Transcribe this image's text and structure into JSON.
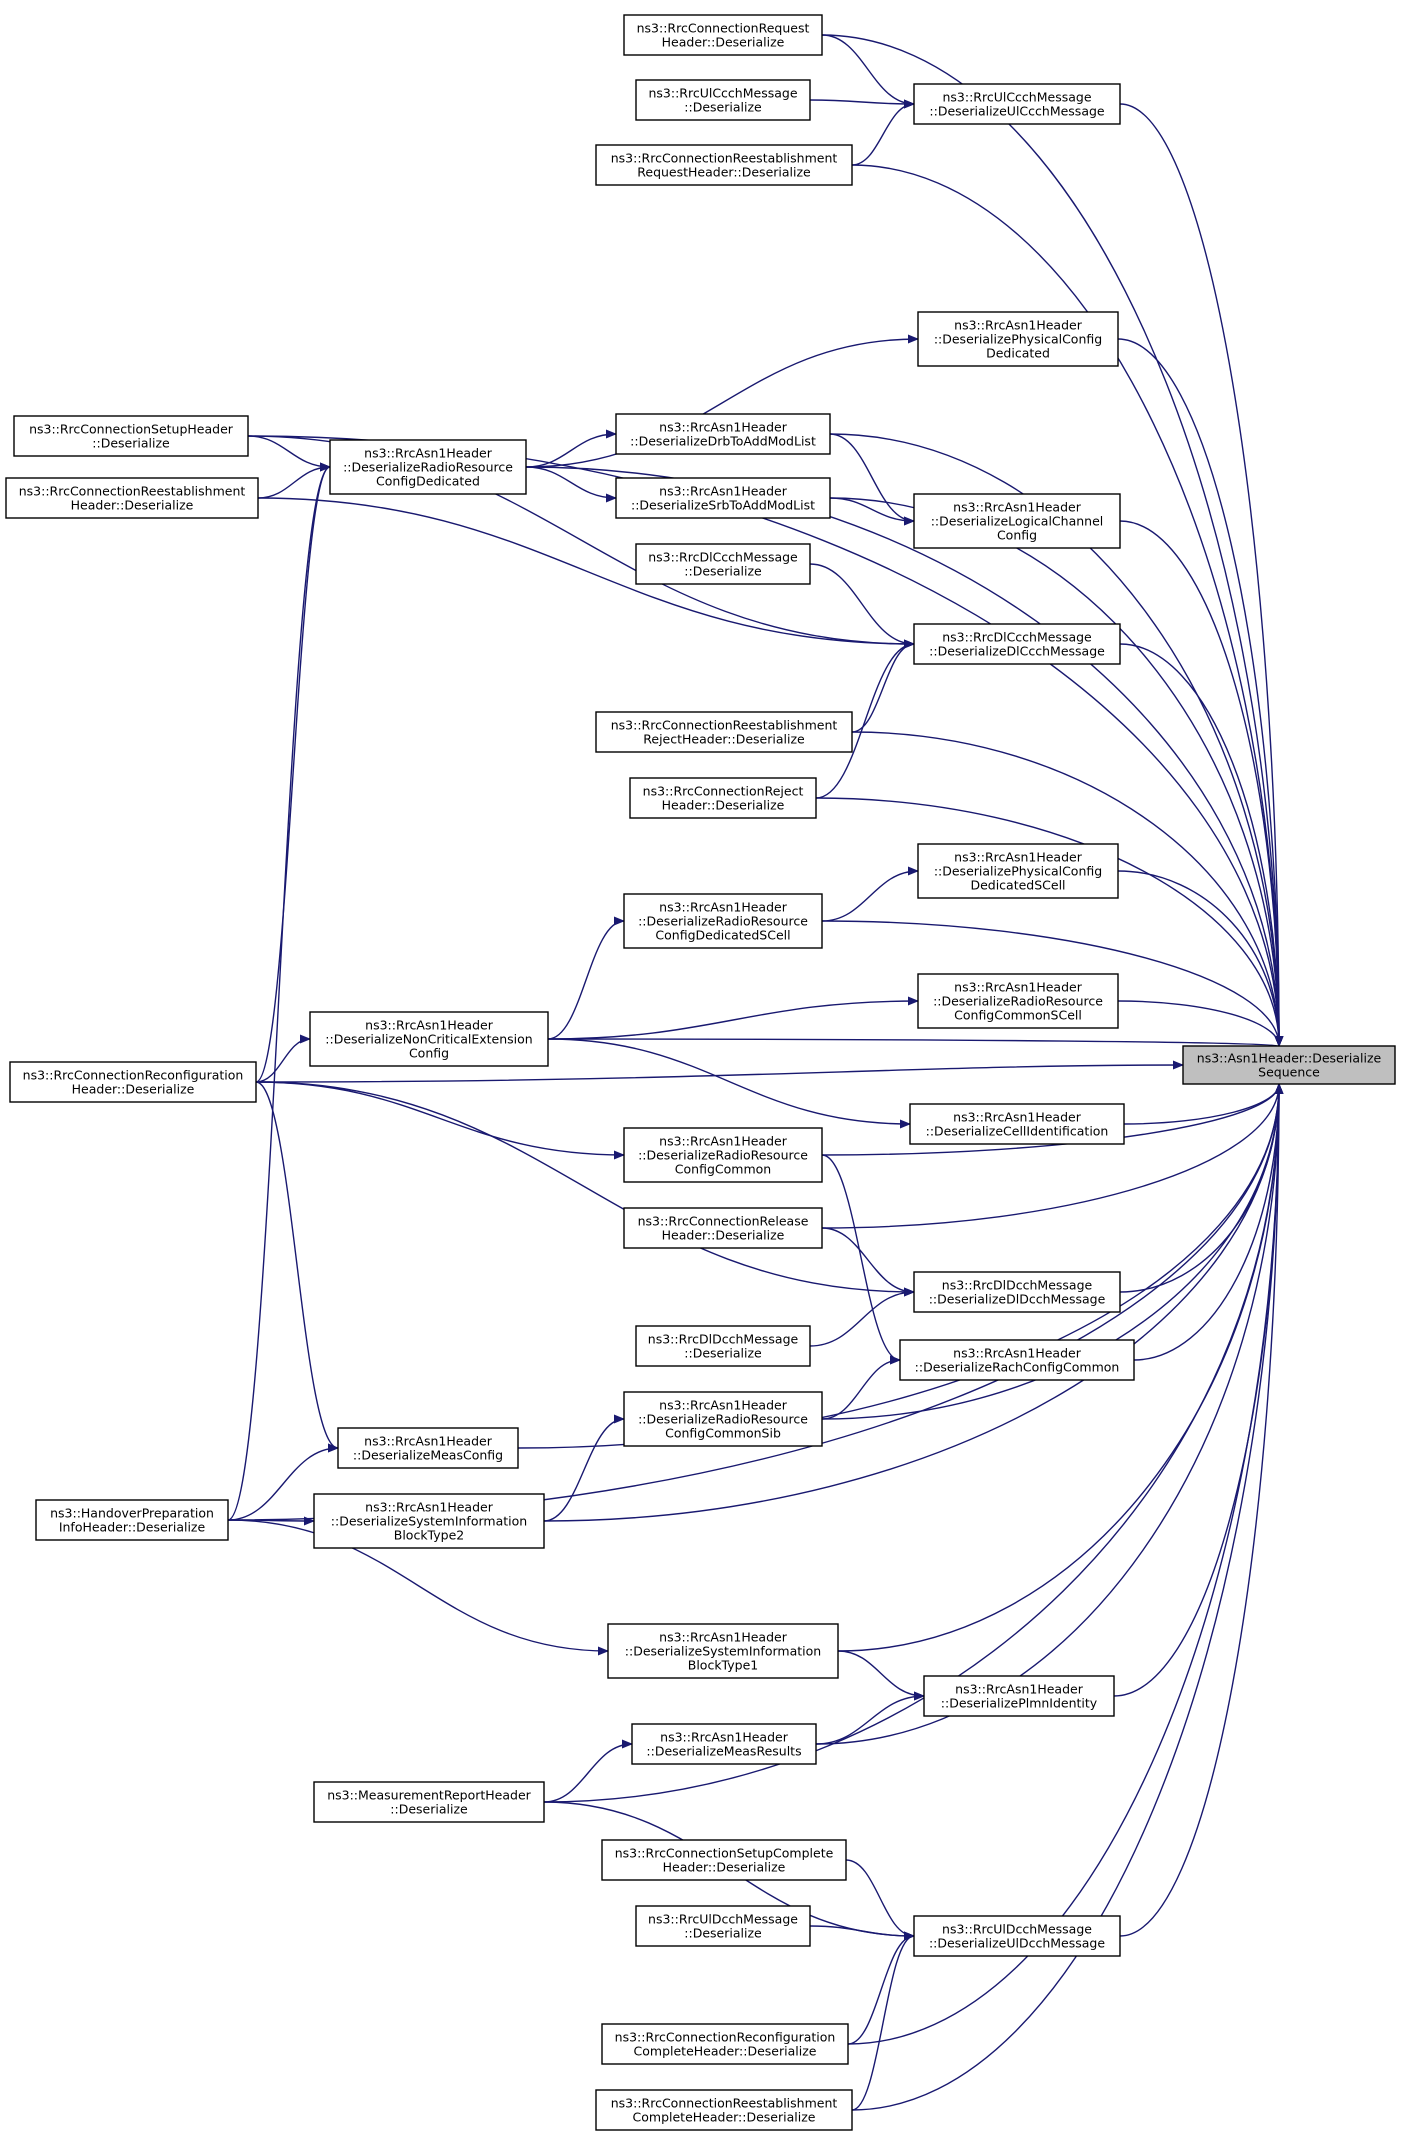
{
  "graph": {
    "arrow_color": "#191970",
    "focus_fill": "#bfbfbf",
    "nodes": {
      "target": [
        "ns3::Asn1Header::Deserialize",
        "Sequence"
      ],
      "rrcConnReqHdr": [
        "ns3::RrcConnectionRequest",
        "Header::Deserialize"
      ],
      "rrcUlCcchMsgDes": [
        "ns3::RrcUlCcchMessage",
        "::Deserialize"
      ],
      "rrcConnReestReqHdr": [
        "ns3::RrcConnectionReestablishment",
        "RequestHeader::Deserialize"
      ],
      "rrcUlCcchDesUl": [
        "ns3::RrcUlCcchMessage",
        "::DeserializeUlCcchMessage"
      ],
      "physCfgDed": [
        "ns3::RrcAsn1Header",
        "::DeserializePhysicalConfig",
        "Dedicated"
      ],
      "rrcConnSetupHdr": [
        "ns3::RrcConnectionSetupHeader",
        "::Deserialize"
      ],
      "rrcConnReestHdr": [
        "ns3::RrcConnectionReestablishment",
        "Header::Deserialize"
      ],
      "radioResCfgDed": [
        "ns3::RrcAsn1Header",
        "::DeserializeRadioResource",
        "ConfigDedicated"
      ],
      "drbToAddMod": [
        "ns3::RrcAsn1Header",
        "::DeserializeDrbToAddModList"
      ],
      "srbToAddMod": [
        "ns3::RrcAsn1Header",
        "::DeserializeSrbToAddModList"
      ],
      "logicalChCfg": [
        "ns3::RrcAsn1Header",
        "::DeserializeLogicalChannel",
        "Config"
      ],
      "rrcDlCcchMsgDes": [
        "ns3::RrcDlCcchMessage",
        "::Deserialize"
      ],
      "rrcDlCcchDesDl": [
        "ns3::RrcDlCcchMessage",
        "::DeserializeDlCcchMessage"
      ],
      "rrcConnReestRejHdr": [
        "ns3::RrcConnectionReestablishment",
        "RejectHeader::Deserialize"
      ],
      "rrcConnRejHdr": [
        "ns3::RrcConnectionReject",
        "Header::Deserialize"
      ],
      "physCfgDedSCell": [
        "ns3::RrcAsn1Header",
        "::DeserializePhysicalConfig",
        "DedicatedSCell"
      ],
      "radioResCfgDedSCell": [
        "ns3::RrcAsn1Header",
        "::DeserializeRadioResource",
        "ConfigDedicatedSCell"
      ],
      "radioResCfgCommonSCell": [
        "ns3::RrcAsn1Header",
        "::DeserializeRadioResource",
        "ConfigCommonSCell"
      ],
      "nonCritExtCfg": [
        "ns3::RrcAsn1Header",
        "::DeserializeNonCriticalExtension",
        "Config"
      ],
      "rrcConnReconfHdr": [
        "ns3::RrcConnectionReconfiguration",
        "Header::Deserialize"
      ],
      "cellIdent": [
        "ns3::RrcAsn1Header",
        "::DeserializeCellIdentification"
      ],
      "radioResCfgCommon": [
        "ns3::RrcAsn1Header",
        "::DeserializeRadioResource",
        "ConfigCommon"
      ],
      "rrcConnRelHdr": [
        "ns3::RrcConnectionRelease",
        "Header::Deserialize"
      ],
      "rrcDlDcchDesDl": [
        "ns3::RrcDlDcchMessage",
        "::DeserializeDlDcchMessage"
      ],
      "rrcDlDcchMsgDes": [
        "ns3::RrcDlDcchMessage",
        "::Deserialize"
      ],
      "rachCfgCommon": [
        "ns3::RrcAsn1Header",
        "::DeserializeRachConfigCommon"
      ],
      "radioResCfgCommonSib": [
        "ns3::RrcAsn1Header",
        "::DeserializeRadioResource",
        "ConfigCommonSib"
      ],
      "measCfg": [
        "ns3::RrcAsn1Header",
        "::DeserializeMeasConfig"
      ],
      "handoverPrepHdr": [
        "ns3::HandoverPreparation",
        "InfoHeader::Deserialize"
      ],
      "sib2": [
        "ns3::RrcAsn1Header",
        "::DeserializeSystemInformation",
        "BlockType2"
      ],
      "sib1": [
        "ns3::RrcAsn1Header",
        "::DeserializeSystemInformation",
        "BlockType1"
      ],
      "plmnIdent": [
        "ns3::RrcAsn1Header",
        "::DeserializePlmnIdentity"
      ],
      "measResults": [
        "ns3::RrcAsn1Header",
        "::DeserializeMeasResults"
      ],
      "measReportHdr": [
        "ns3::MeasurementReportHeader",
        "::Deserialize"
      ],
      "rrcConnSetupCompleteHdr": [
        "ns3::RrcConnectionSetupComplete",
        "Header::Deserialize"
      ],
      "rrcUlDcchMsgDes": [
        "ns3::RrcUlDcchMessage",
        "::Deserialize"
      ],
      "rrcUlDcchDesUl": [
        "ns3::RrcUlDcchMessage",
        "::DeserializeUlDcchMessage"
      ],
      "rrcConnReconfCompleteHdr": [
        "ns3::RrcConnectionReconfiguration",
        "CompleteHeader::Deserialize"
      ],
      "rrcConnReestCompleteHdr": [
        "ns3::RrcConnectionReestablishment",
        "CompleteHeader::Deserialize"
      ]
    },
    "edges": [
      [
        "rrcConnReqHdr",
        "rrcUlCcchDesUl"
      ],
      [
        "rrcUlCcchMsgDes",
        "rrcUlCcchDesUl"
      ],
      [
        "rrcConnReestReqHdr",
        "rrcUlCcchDesUl"
      ],
      [
        "rrcUlCcchDesUl",
        "target"
      ],
      [
        "rrcConnReqHdr",
        "target"
      ],
      [
        "rrcConnReestReqHdr",
        "target"
      ],
      [
        "rrcConnSetupHdr",
        "target"
      ],
      [
        "radioResCfgDed",
        "physCfgDed"
      ],
      [
        "physCfgDed",
        "target"
      ],
      [
        "radioResCfgDed",
        "target"
      ],
      [
        "rrcConnSetupHdr",
        "radioResCfgDed"
      ],
      [
        "rrcConnReestHdr",
        "radioResCfgDed"
      ],
      [
        "radioResCfgDed",
        "drbToAddMod"
      ],
      [
        "radioResCfgDed",
        "srbToAddMod"
      ],
      [
        "drbToAddMod",
        "logicalChCfg"
      ],
      [
        "srbToAddMod",
        "logicalChCfg"
      ],
      [
        "drbToAddMod",
        "target"
      ],
      [
        "srbToAddMod",
        "target"
      ],
      [
        "logicalChCfg",
        "target"
      ],
      [
        "rrcConnSetupHdr",
        "rrcDlCcchDesDl"
      ],
      [
        "rrcConnReestHdr",
        "rrcDlCcchDesDl"
      ],
      [
        "rrcDlCcchMsgDes",
        "rrcDlCcchDesDl"
      ],
      [
        "rrcConnReestRejHdr",
        "rrcDlCcchDesDl"
      ],
      [
        "rrcConnRejHdr",
        "rrcDlCcchDesDl"
      ],
      [
        "rrcDlCcchDesDl",
        "target"
      ],
      [
        "rrcConnReestRejHdr",
        "target"
      ],
      [
        "rrcConnRejHdr",
        "target"
      ],
      [
        "rrcConnReconfHdr",
        "target"
      ],
      [
        "radioResCfgDedSCell",
        "physCfgDedSCell"
      ],
      [
        "physCfgDedSCell",
        "target"
      ],
      [
        "radioResCfgDedSCell",
        "target"
      ],
      [
        "nonCritExtCfg",
        "radioResCfgDedSCell"
      ],
      [
        "nonCritExtCfg",
        "radioResCfgCommonSCell"
      ],
      [
        "radioResCfgCommonSCell",
        "target"
      ],
      [
        "nonCritExtCfg",
        "target"
      ],
      [
        "nonCritExtCfg",
        "cellIdent"
      ],
      [
        "cellIdent",
        "target"
      ],
      [
        "rrcConnReconfHdr",
        "nonCritExtCfg"
      ],
      [
        "rrcConnReconfHdr",
        "radioResCfgDed"
      ],
      [
        "rrcConnReconfHdr",
        "radioResCfgCommon"
      ],
      [
        "rrcConnReconfHdr",
        "rrcDlDcchDesDl"
      ],
      [
        "rrcConnReconfHdr",
        "measCfg"
      ],
      [
        "radioResCfgCommon",
        "target"
      ],
      [
        "radioResCfgCommon",
        "rachCfgCommon"
      ],
      [
        "rrcConnRelHdr",
        "target"
      ],
      [
        "rrcConnRelHdr",
        "rrcDlDcchDesDl"
      ],
      [
        "rrcDlDcchMsgDes",
        "rrcDlDcchDesDl"
      ],
      [
        "rrcDlDcchDesDl",
        "target"
      ],
      [
        "rachCfgCommon",
        "target"
      ],
      [
        "radioResCfgCommonSib",
        "rachCfgCommon"
      ],
      [
        "radioResCfgCommonSib",
        "target"
      ],
      [
        "sib2",
        "radioResCfgCommonSib"
      ],
      [
        "measCfg",
        "target"
      ],
      [
        "handoverPrepHdr",
        "measCfg"
      ],
      [
        "handoverPrepHdr",
        "sib2"
      ],
      [
        "handoverPrepHdr",
        "radioResCfgDed"
      ],
      [
        "handoverPrepHdr",
        "target"
      ],
      [
        "handoverPrepHdr",
        "sib1"
      ],
      [
        "sib2",
        "target"
      ],
      [
        "sib1",
        "plmnIdent"
      ],
      [
        "sib1",
        "target"
      ],
      [
        "measResults",
        "plmnIdent"
      ],
      [
        "plmnIdent",
        "target"
      ],
      [
        "measResults",
        "target"
      ],
      [
        "measReportHdr",
        "measResults"
      ],
      [
        "measReportHdr",
        "target"
      ],
      [
        "measReportHdr",
        "rrcUlDcchDesUl"
      ],
      [
        "rrcConnSetupCompleteHdr",
        "rrcUlDcchDesUl"
      ],
      [
        "rrcUlDcchMsgDes",
        "rrcUlDcchDesUl"
      ],
      [
        "rrcConnReconfCompleteHdr",
        "rrcUlDcchDesUl"
      ],
      [
        "rrcConnReestCompleteHdr",
        "rrcUlDcchDesUl"
      ],
      [
        "rrcUlDcchDesUl",
        "target"
      ],
      [
        "rrcConnReconfCompleteHdr",
        "target"
      ],
      [
        "rrcConnReestCompleteHdr",
        "target"
      ]
    ]
  }
}
